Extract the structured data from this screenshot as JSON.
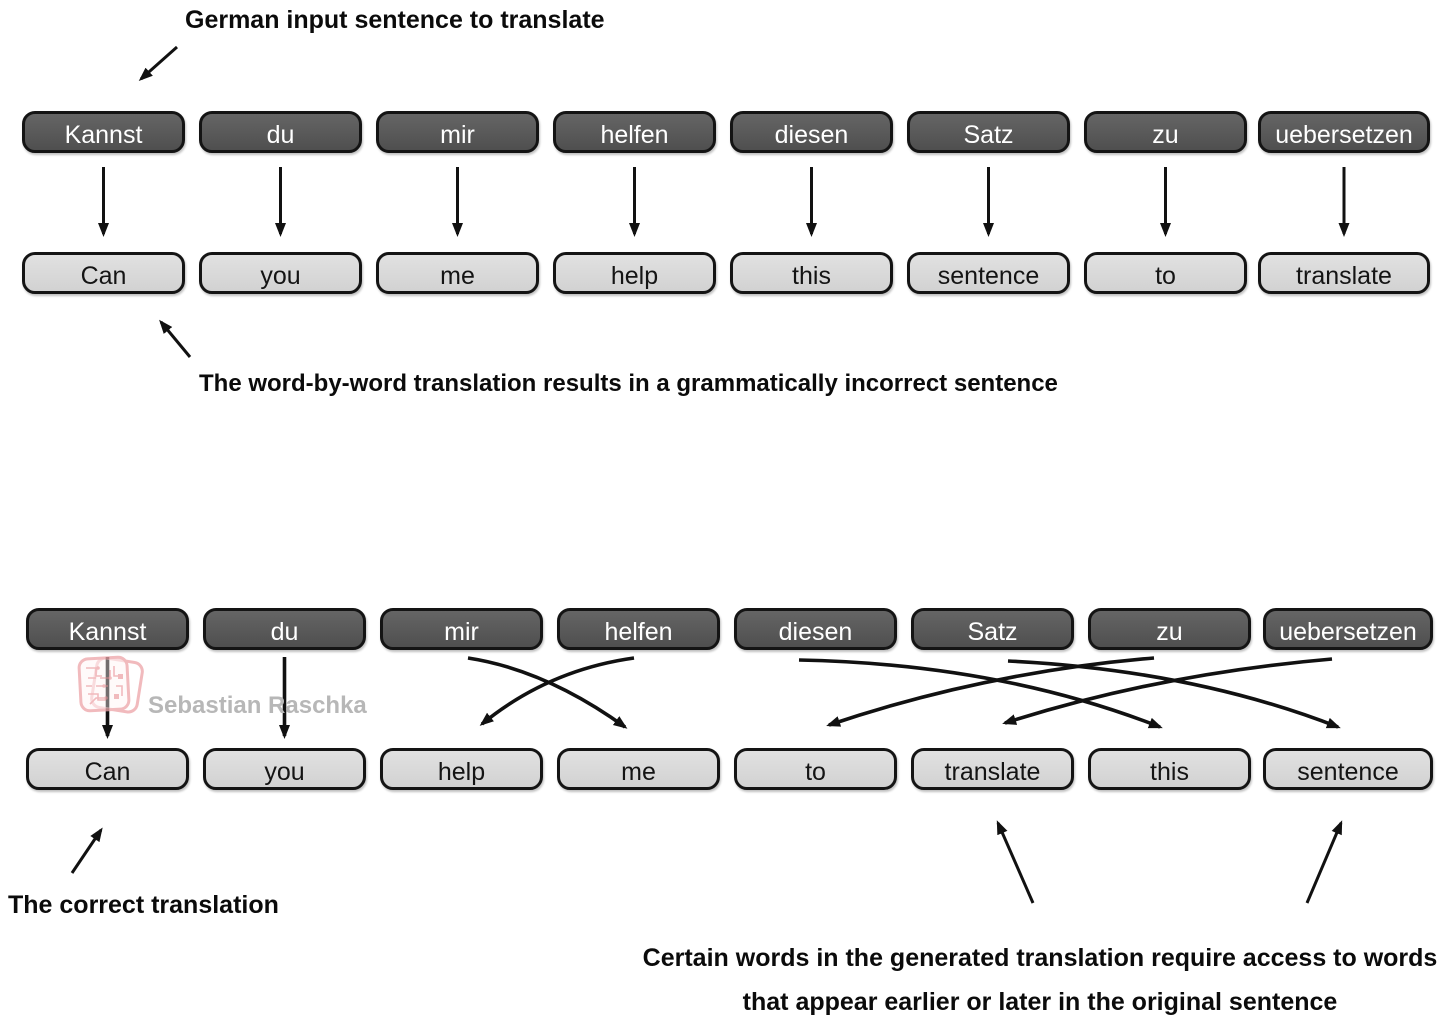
{
  "top_section": {
    "label": "German input sentence to translate",
    "german_words": [
      "Kannst",
      "du",
      "mir",
      "helfen",
      "diesen",
      "Satz",
      "zu",
      "uebersetzen"
    ],
    "word_by_word_translation": [
      "Can",
      "you",
      "me",
      "help",
      "this",
      "sentence",
      "to",
      "translate"
    ],
    "caption": "The word-by-word translation results in a grammatically incorrect sentence"
  },
  "bottom_section": {
    "german_words": [
      "Kannst",
      "du",
      "mir",
      "helfen",
      "diesen",
      "Satz",
      "zu",
      "uebersetzen"
    ],
    "correct_translation": [
      "Can",
      "you",
      "help",
      "me",
      "to",
      "translate",
      "this",
      "sentence"
    ],
    "alignment": [
      {
        "source": "Kannst",
        "target": "Can"
      },
      {
        "source": "du",
        "target": "you"
      },
      {
        "source": "mir",
        "target": "me"
      },
      {
        "source": "helfen",
        "target": "help"
      },
      {
        "source": "diesen",
        "target": "this"
      },
      {
        "source": "Satz",
        "target": "sentence"
      },
      {
        "source": "zu",
        "target": "to"
      },
      {
        "source": "uebersetzen",
        "target": "translate"
      }
    ],
    "caption_left": "The correct translation",
    "caption_right_line1": "Certain words in the generated translation require access to words",
    "caption_right_line2": "that appear earlier or later in the original sentence"
  },
  "watermark": {
    "text": "Sebastian Raschka",
    "logo_icon": "stacked-cards-circuit-logo"
  },
  "colors": {
    "dark_box": "#595959",
    "light_box": "#d8d8d8",
    "box_border": "#141414",
    "arrow": "#111111",
    "label_text": "#0b0b0b",
    "watermark_text": "#b7b7b7",
    "watermark_logo": "#eda4a8"
  }
}
